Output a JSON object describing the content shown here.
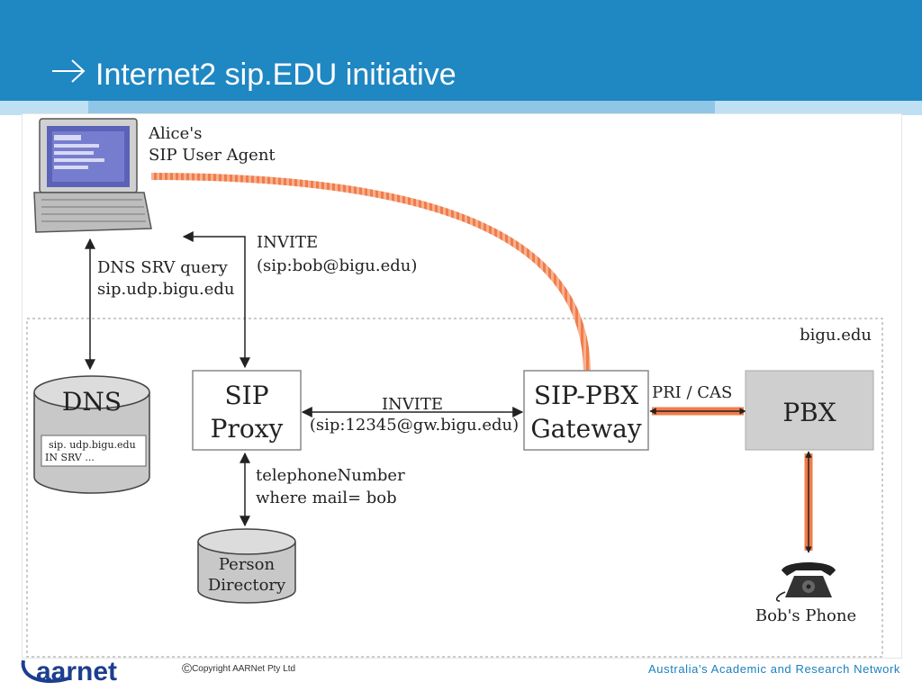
{
  "slide": {
    "title": "Internet2 sip.EDU initiative"
  },
  "diagram": {
    "alice_label_line1": "Alice's",
    "alice_label_line2": "SIP User Agent",
    "dns_query_line1": "DNS SRV query",
    "dns_query_line2": "sip.udp.bigu.edu",
    "invite_top_line1": "INVITE",
    "invite_top_line2": "(sip:bob@bigu.edu)",
    "domain_label": "bigu.edu",
    "dns_label": "DNS",
    "dns_record_line1": "sip. udp.bigu.edu",
    "dns_record_line2": "IN SRV ...",
    "sip_proxy_line1": "SIP",
    "sip_proxy_line2": "Proxy",
    "invite_mid_line1": "INVITE",
    "invite_mid_line2": "(sip:12345@gw.bigu.edu)",
    "gateway_line1": "SIP-PBX",
    "gateway_line2": "Gateway",
    "pri_cas_label": "PRI / CAS",
    "pbx_label": "PBX",
    "lookup_line1": "telephoneNumber",
    "lookup_line2": "where mail= bob",
    "directory_line1": "Person",
    "directory_line2": "Directory",
    "bob_phone_label": "Bob's Phone"
  },
  "footer": {
    "logo_text": "aarnet",
    "copyright_symbol": "©",
    "copyright_text": "Copyright AARNet Pty Ltd",
    "tagline": "Australia's Academic and Research Network"
  },
  "colors": {
    "header_blue": "#1f87c2",
    "signal_orange": "#f07c4a",
    "box_gray": "#cfcfcf",
    "tagline_blue": "#1a7fbf"
  }
}
